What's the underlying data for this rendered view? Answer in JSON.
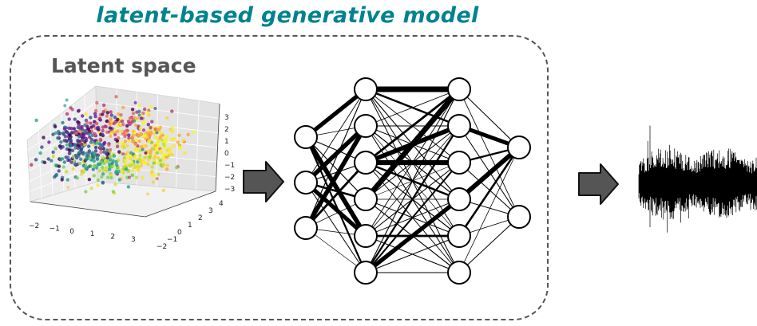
{
  "title": "latent-based generative model",
  "latent_label": "Latent space",
  "colors": {
    "title": "#00838f",
    "label": "#555555",
    "arrow_fill": "#555555",
    "arrow_stroke": "#111111",
    "box_border": "#555555",
    "waveform": "#000000"
  },
  "latent_plot": {
    "x_ticks": [
      "−2",
      "−1",
      "0",
      "1",
      "2",
      "3"
    ],
    "y_ticks": [
      "−2",
      "−1",
      "0",
      "1",
      "2",
      "3",
      "4"
    ],
    "z_ticks": [
      "3",
      "2",
      "1",
      "0",
      "−1",
      "−2",
      "−3"
    ]
  },
  "network": {
    "layer_sizes": [
      3,
      6,
      6,
      2
    ]
  }
}
